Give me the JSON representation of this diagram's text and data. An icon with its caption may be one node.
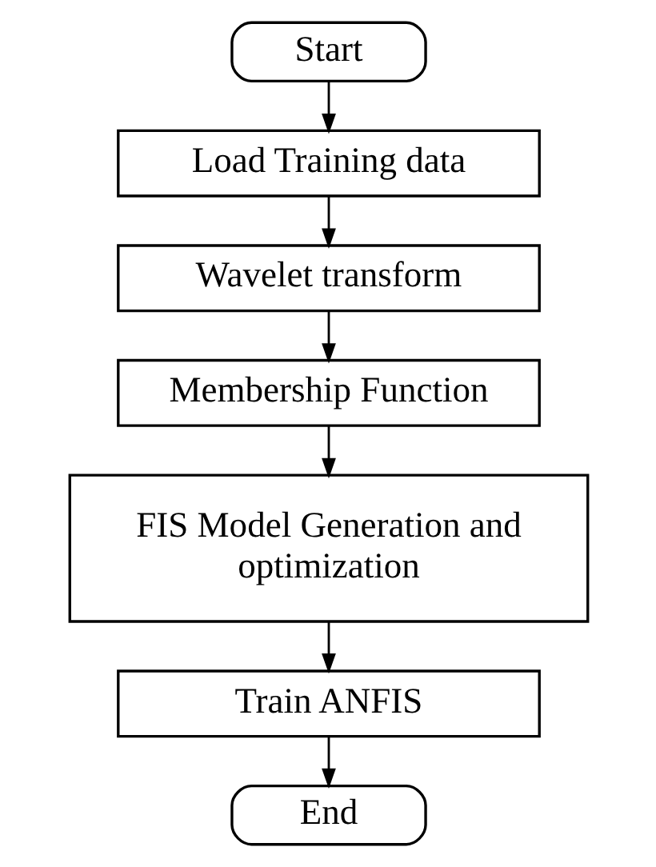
{
  "diagram": {
    "nodes": [
      {
        "text": [
          "Start"
        ]
      },
      {
        "text": [
          "Load Training data"
        ]
      },
      {
        "text": [
          "Wavelet transform"
        ]
      },
      {
        "text": [
          "Membership Function"
        ]
      },
      {
        "text": [
          "FIS Model Generation and optimization"
        ]
      },
      {
        "text": [
          "Train ANFIS"
        ]
      },
      {
        "text": [
          "End"
        ]
      }
    ],
    "edges": [
      {
        "from": 0,
        "to": 1,
        "arrow": "to"
      },
      {
        "from": 1,
        "to": 2,
        "arrow": "to"
      },
      {
        "from": 2,
        "to": 3,
        "arrow": "to"
      },
      {
        "from": 3,
        "to": 4,
        "arrow": "to"
      },
      {
        "from": 4,
        "to": 5,
        "arrow": "to"
      },
      {
        "from": 5,
        "to": 6,
        "arrow": "to"
      }
    ]
  }
}
